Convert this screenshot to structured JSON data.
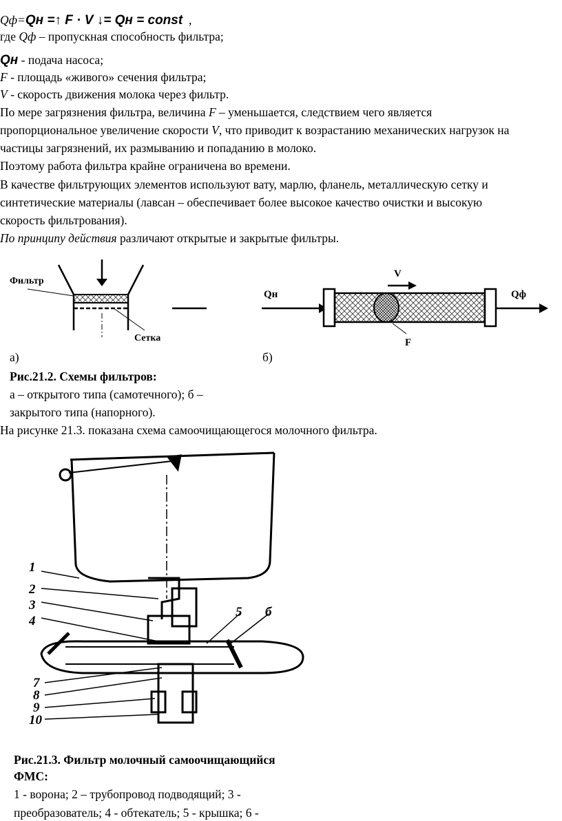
{
  "formula": {
    "lhs": "Qф=",
    "rhs": "Qн =↑ F · V ↓= Qн = const",
    "comma": ","
  },
  "definitions": [
    {
      "sym": "Qф",
      "pre": "где ",
      "text": " – пропускная способность фильтра;"
    },
    {
      "sym": "Qн",
      "text": " - подача насоса;"
    },
    {
      "sym": "F",
      "text": " - площадь «живого» сечения фильтра;"
    },
    {
      "sym": "V",
      "text": " - скорость движения молока через фильтр."
    }
  ],
  "paragraphs": {
    "p1": [
      "По мере загрязнения фильтра, величина ",
      "F",
      " – уменьшается, следствием чего является"
    ],
    "p1b": [
      "пропорциональное увеличение скорости ",
      "V",
      ", что приводит к возрастанию механических нагрузок на"
    ],
    "p1c": "частицы загрязнений, их размыванию и попаданию в молоко.",
    "p2": "Поэтому работа фильтра крайне ограничена во времени.",
    "p3a": "В качестве фильтрующих элементов используют вату, марлю, фланель, металлическую сетку и",
    "p3b": "синтетические материалы (лавсан – обеспечивает более высокое качество очистки и высокую",
    "p3c": "скорость фильтрования).",
    "p4_italic": "По принципу действия",
    "p4_rest": " различают открытые и закрытые фильтры."
  },
  "fig212": {
    "label_filter": "Фильтр",
    "label_mesh": "Сетка",
    "label_qn": "Qн",
    "label_v": "V",
    "label_qf": "Qф",
    "label_f": "F",
    "sub_a": "а)",
    "sub_b": "б)",
    "caption_title": "Рис.21.2. Схемы фильтров:",
    "caption_1": "а – открытого типа (самотечного); б –",
    "caption_2": "закрытого типа (напорного)."
  },
  "intro_213": "На рисунке 21.3. показана схема самоочищающегося молочного фильтра.",
  "fig213": {
    "labels": [
      "1",
      "2",
      "3",
      "4",
      "5",
      "б",
      "7",
      "8",
      "9",
      "10"
    ],
    "caption_title": "Рис.21.3. Фильтр молочный самоочищающийся",
    "caption_title2": "ФМС:",
    "caption_1": "1 - ворона; 2 – трубопровод подводящий; 3 -",
    "caption_2": "преобразователь; 4 - обтекатель; 5 - крышка; 6 -"
  }
}
